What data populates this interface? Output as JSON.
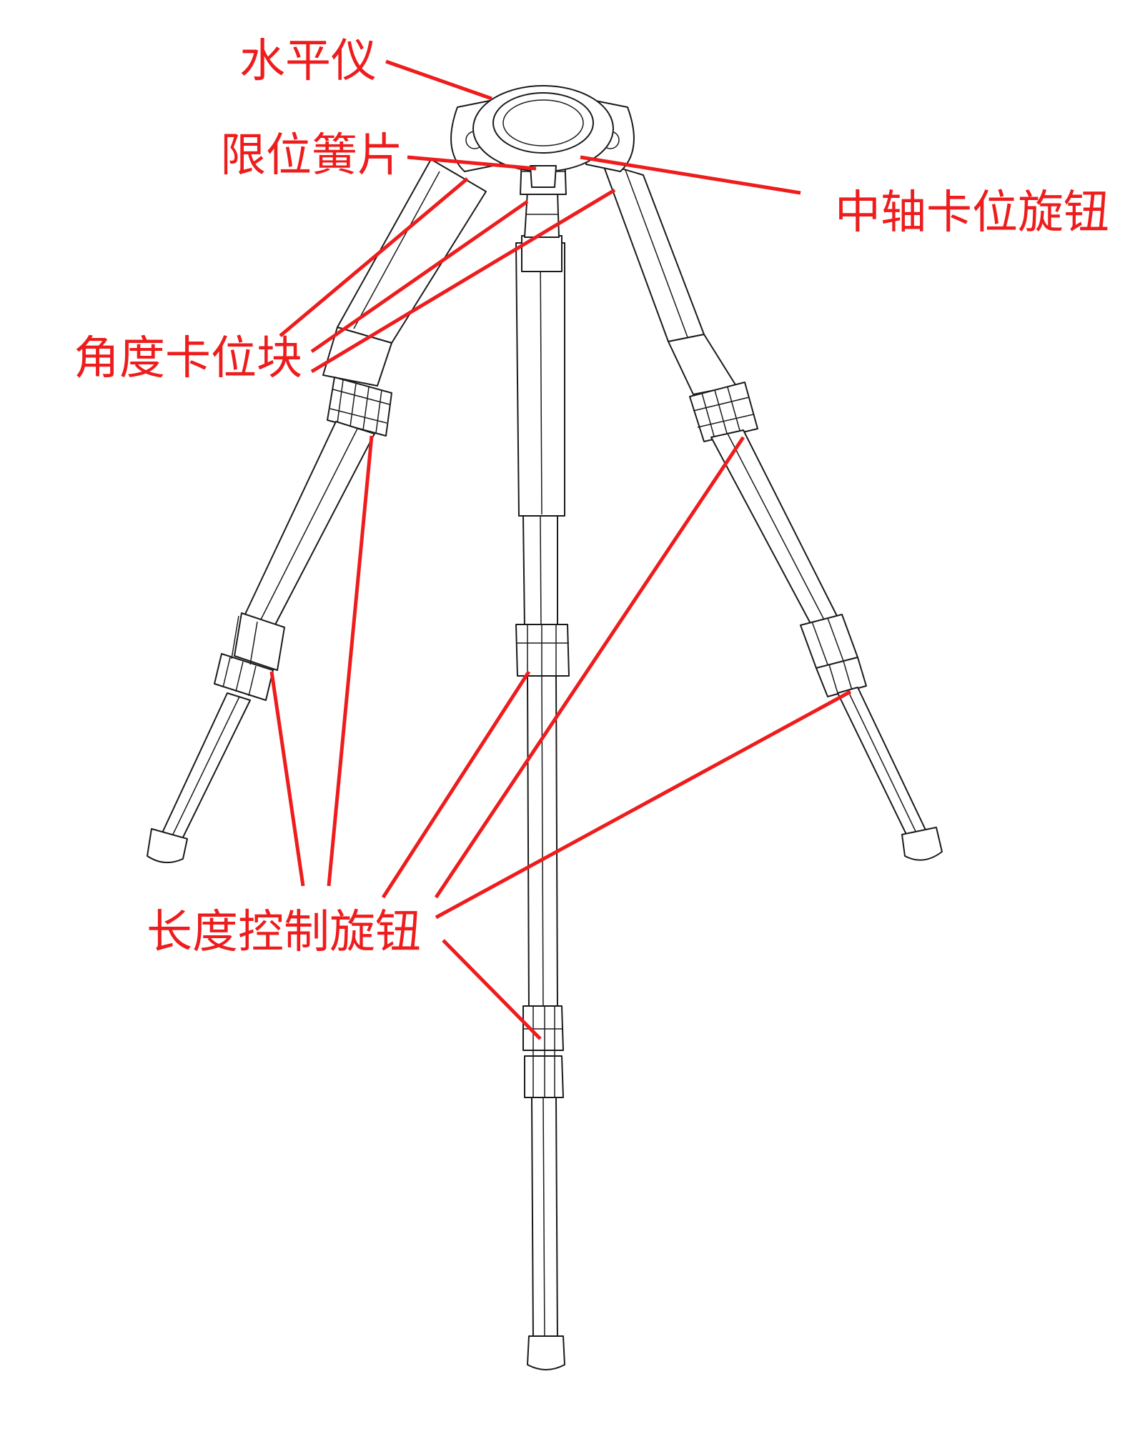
{
  "colors": {
    "label": "#ee1c1c",
    "line_art": "#1a1a1a",
    "background": "#ffffff"
  },
  "labels": {
    "level": "水平仪",
    "limit_spring": "限位簧片",
    "center_column_knob": "中轴卡位旋钮",
    "angle_lock_block": "角度卡位块",
    "length_control_knob": "长度控制旋钮"
  }
}
